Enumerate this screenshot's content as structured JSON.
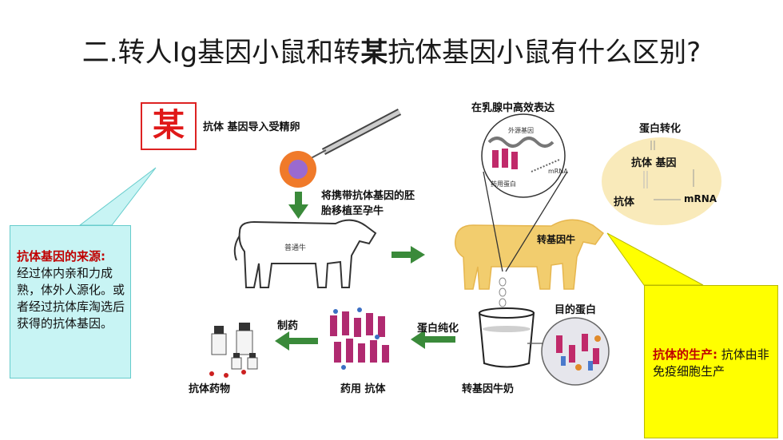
{
  "title": {
    "prefix": "二.转人Ig基因小鼠和转",
    "bold": "某",
    "suffix": "抗体基因小鼠有什么区别?"
  },
  "badge": "某",
  "diagram": {
    "step1": "抗体 基因导入受精卵",
    "step2_line1": "将携带抗体基因的胚",
    "step2_line2": "胎移植至孕牛",
    "ordinary_cow": "普通牛",
    "transgenic_cow": "转基因牛",
    "expression": "在乳腺中高效表达",
    "insert_foreign_gene": "外源基因",
    "insert_drug_protein": "药用蛋白",
    "insert_mrna": "mRNA",
    "protein_transform": "蛋白转化",
    "ab_gene": "抗体 基因",
    "ab": "抗体",
    "mrna": "mRNA",
    "target_protein": "目的蛋白",
    "purification": "蛋白纯化",
    "pharma": "制药",
    "drug_ab": "药用 抗体",
    "ab_drug": "抗体药物",
    "milk": "转基因牛奶"
  },
  "callout_left": {
    "heading": "抗体基因的来源:",
    "body": "经过体内亲和力成熟，体外人源化。或者经过抗体库淘选后获得的抗体基因。"
  },
  "callout_right": {
    "heading": "抗体的生产:",
    "body": "抗体由非免疫细胞生产"
  },
  "colors": {
    "accent_red": "#e01818",
    "arrow_green": "#3a8a3a",
    "cow_yellow": "#f2cd6e",
    "callout_cyan": "#c8f4f4",
    "callout_yellow": "#ffff00"
  }
}
